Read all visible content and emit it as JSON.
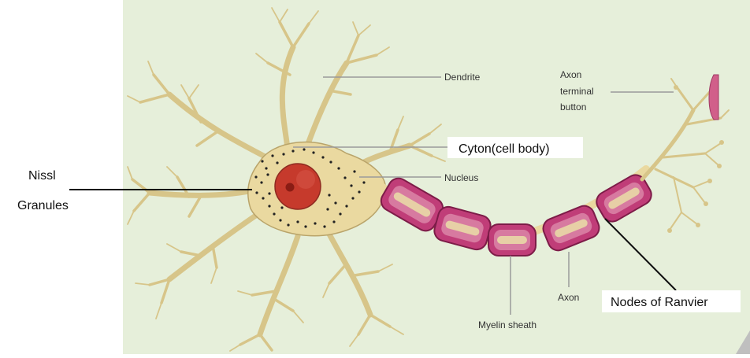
{
  "colors": {
    "panel_background": "#e6efda",
    "cytoplasm": "#ead9a0",
    "cytoplasm_outline": "#b9a46a",
    "nucleus": "#c63a2c",
    "nucleolus": "#8a1c14",
    "nissl_dot": "#222222",
    "myelin": "#c03d78",
    "myelin_inner": "#e7cfa6",
    "axon_terminal": "#d15f8a",
    "leader_line_faint": "#9a9a9a",
    "leader_line_bold": "#111111",
    "label_box": "#ffffff"
  },
  "labels": {
    "dendrite": "Dendrite",
    "axon_terminal_line1": "Axon",
    "axon_terminal_line2": "terminal",
    "axon_terminal_line3": "button",
    "cyton": "Cyton(cell body)",
    "nucleus": "Nucleus",
    "nissl_line1": "Nissl",
    "nissl_line2": "Granules",
    "axon": "Axon",
    "myelin_sheath": "Myelin sheath",
    "nodes_of_ranvier": "Nodes of Ranvier"
  }
}
